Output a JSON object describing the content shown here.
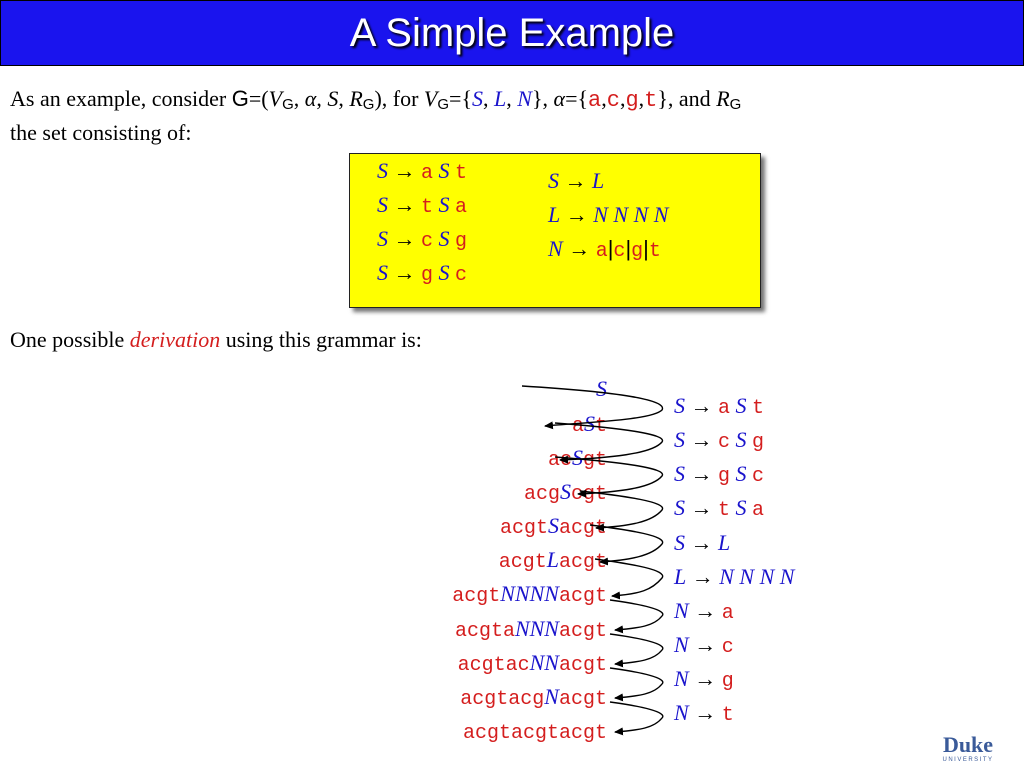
{
  "title": "A Simple Example",
  "intro": {
    "p1": "As an example, consider",
    "G": "G",
    "eq_open": "=(",
    "V": "V",
    "sub_G": "G",
    "comma1": ",",
    "alpha": "α",
    "comma2": ",",
    "S": "S",
    "comma3": ",",
    "R": "R",
    "close": "), for",
    "eq_set_open": "={",
    "comma4": ",",
    "L": "L",
    "comma5": ",",
    "N": "N",
    "set_close": "},",
    "eq_brace": "={",
    "a": "a",
    "c": "c",
    "g": "g",
    "t": "t",
    "and": "}, and",
    "line2": "the set consisting of:"
  },
  "rules_left": [
    {
      "lhs": "S",
      "arrow": "→",
      "r1": "a",
      "mid": "S",
      "r2": "t"
    },
    {
      "lhs": "S",
      "arrow": "→",
      "r1": "t",
      "mid": "S",
      "r2": "a"
    },
    {
      "lhs": "S",
      "arrow": "→",
      "r1": "c",
      "mid": "S",
      "r2": "g"
    },
    {
      "lhs": "S",
      "arrow": "→",
      "r1": "g",
      "mid": "S",
      "r2": "c"
    }
  ],
  "rules_right": {
    "r1": {
      "lhs": "S",
      "arrow": "→",
      "rhs": "L"
    },
    "r2": {
      "lhs": "L",
      "arrow": "→",
      "rhs": "N N N N"
    },
    "r3": {
      "lhs": "N",
      "arrow": "→",
      "t1": "a",
      "t2": "c",
      "t3": "g",
      "t4": "t",
      "bar": "|"
    }
  },
  "derivation_intro": {
    "before": "One possible",
    "word": "derivation",
    "after": "using this grammar is:"
  },
  "derivation": [
    {
      "pre": "",
      "nt": "S",
      "post": ""
    },
    {
      "pre": "a",
      "nt": "S",
      "post": "t"
    },
    {
      "pre": "ac",
      "nt": "S",
      "post": "gt"
    },
    {
      "pre": "acg",
      "nt": "S",
      "post": "cgt"
    },
    {
      "pre": "acgt",
      "nt": "S",
      "post": "acgt"
    },
    {
      "pre": "acgt",
      "nt": "L",
      "post": "acgt"
    },
    {
      "pre": "acgt",
      "nt": "NNNN",
      "post": "acgt"
    },
    {
      "pre": "acgta",
      "nt": "NNN",
      "post": "acgt"
    },
    {
      "pre": "acgtac",
      "nt": "NN",
      "post": "acgt"
    },
    {
      "pre": "acgtacg",
      "nt": "N",
      "post": "acgt"
    },
    {
      "pre": "acgtacgtacgt",
      "nt": "",
      "post": ""
    }
  ],
  "steps": [
    {
      "lhs": "S",
      "arrow": "→",
      "a": "a",
      "nt": "S",
      "b": "t"
    },
    {
      "lhs": "S",
      "arrow": "→",
      "a": "c",
      "nt": "S",
      "b": "g"
    },
    {
      "lhs": "S",
      "arrow": "→",
      "a": "g",
      "nt": "S",
      "b": "c"
    },
    {
      "lhs": "S",
      "arrow": "→",
      "a": "t",
      "nt": "S",
      "b": "a"
    },
    {
      "lhs": "S",
      "arrow": "→",
      "a": "",
      "nt": "L",
      "b": ""
    },
    {
      "lhs": "L",
      "arrow": "→",
      "a": "",
      "nt": "N N N N",
      "b": ""
    },
    {
      "lhs": "N",
      "arrow": "→",
      "a": "a",
      "nt": "",
      "b": ""
    },
    {
      "lhs": "N",
      "arrow": "→",
      "a": "c",
      "nt": "",
      "b": ""
    },
    {
      "lhs": "N",
      "arrow": "→",
      "a": "g",
      "nt": "",
      "b": ""
    },
    {
      "lhs": "N",
      "arrow": "→",
      "a": "t",
      "nt": "",
      "b": ""
    }
  ],
  "logo": {
    "name": "Duke",
    "sub": "UNIVERSITY"
  },
  "colors": {
    "title_bg": "#1a14ee",
    "box_bg": "#ffff00",
    "blue": "#1a14cc",
    "red": "#d41e1e"
  }
}
